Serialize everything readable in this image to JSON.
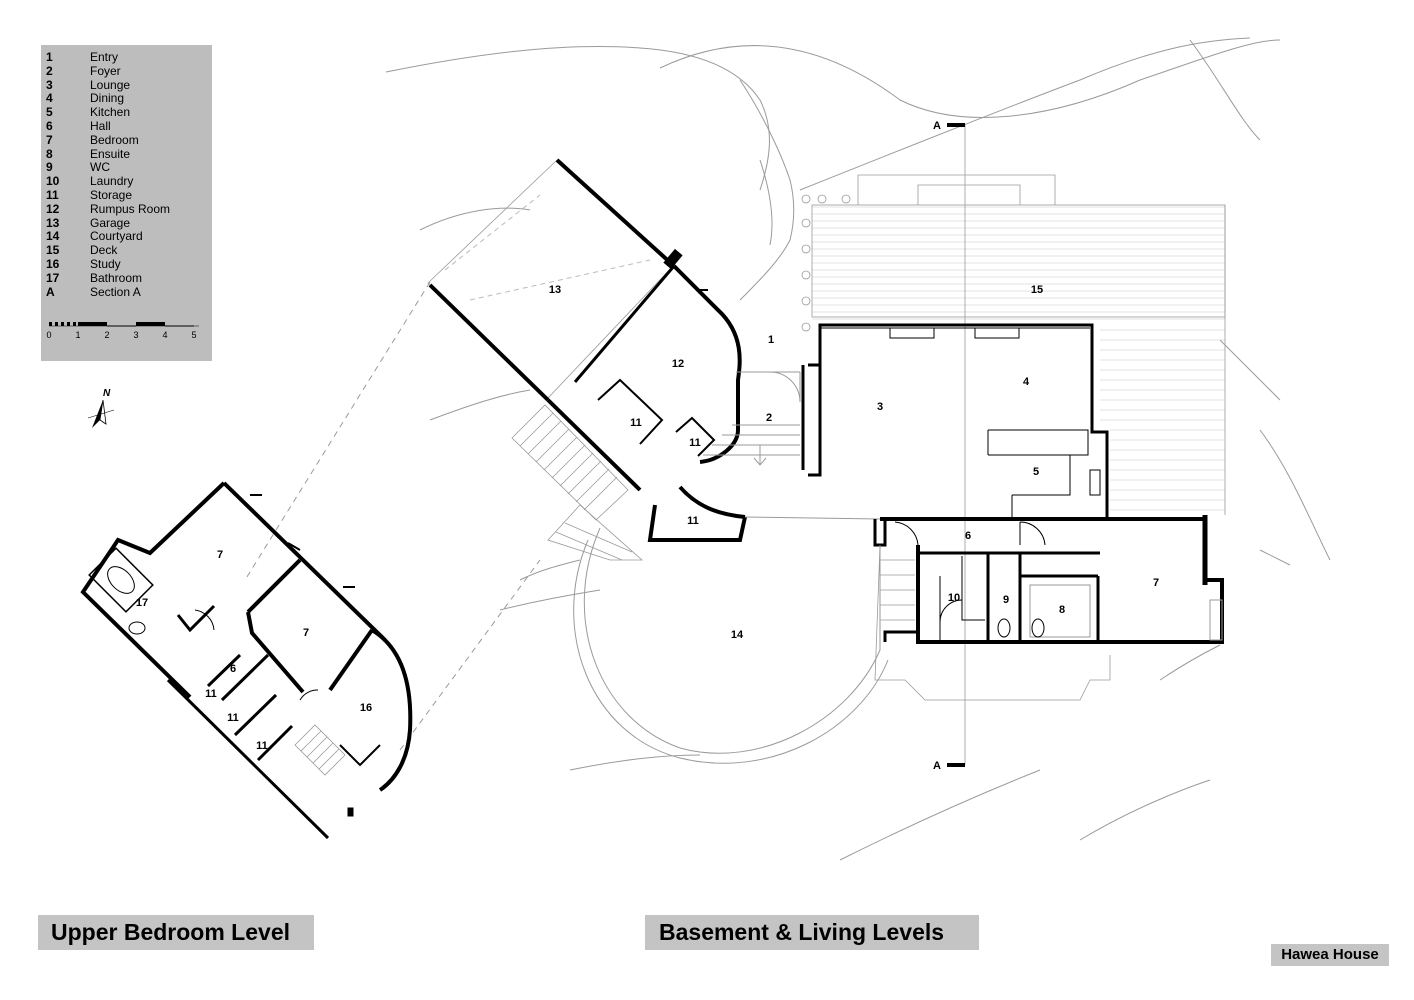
{
  "legend": {
    "items": [
      {
        "num": "1",
        "name": "Entry"
      },
      {
        "num": "2",
        "name": "Foyer"
      },
      {
        "num": "3",
        "name": "Lounge"
      },
      {
        "num": "4",
        "name": "Dining"
      },
      {
        "num": "5",
        "name": "Kitchen"
      },
      {
        "num": "6",
        "name": "Hall"
      },
      {
        "num": "7",
        "name": "Bedroom"
      },
      {
        "num": "8",
        "name": "Ensuite"
      },
      {
        "num": "9",
        "name": "WC"
      },
      {
        "num": "10",
        "name": "Laundry"
      },
      {
        "num": "11",
        "name": "Storage"
      },
      {
        "num": "12",
        "name": "Rumpus Room"
      },
      {
        "num": "13",
        "name": "Garage"
      },
      {
        "num": "14",
        "name": "Courtyard"
      },
      {
        "num": "15",
        "name": "Deck"
      },
      {
        "num": "16",
        "name": "Study"
      },
      {
        "num": "17",
        "name": "Bathroom"
      },
      {
        "num": "A",
        "name": "Section A"
      }
    ],
    "scale_ticks": [
      "0",
      "1",
      "2",
      "3",
      "4",
      "5"
    ]
  },
  "north_label": "N",
  "section_marker": "A",
  "titles": {
    "upper": "Upper Bedroom Level",
    "basement": "Basement & Living Levels",
    "house": "Hawea House"
  },
  "room_labels": {
    "main": {
      "entry": "1",
      "foyer": "2",
      "lounge": "3",
      "dining": "4",
      "kitchen": "5",
      "hall": "6",
      "bedroom": "7",
      "ensuite": "8",
      "wc": "9",
      "laundry": "10",
      "storage_a": "11",
      "storage_b": "11",
      "storage_c": "11",
      "rumpus": "12",
      "garage": "13",
      "courtyard": "14",
      "deck": "15"
    },
    "upper": {
      "bedroom_a": "7",
      "bedroom_b": "7",
      "bathroom": "17",
      "hall": "6",
      "storage_a": "11",
      "storage_b": "11",
      "storage_c": "11",
      "study": "16"
    }
  },
  "colors": {
    "legend_bg": "#bdbdbd",
    "title_bg": "#c4c4c4",
    "wall": "#000000",
    "site_line": "#9a9a9a"
  }
}
